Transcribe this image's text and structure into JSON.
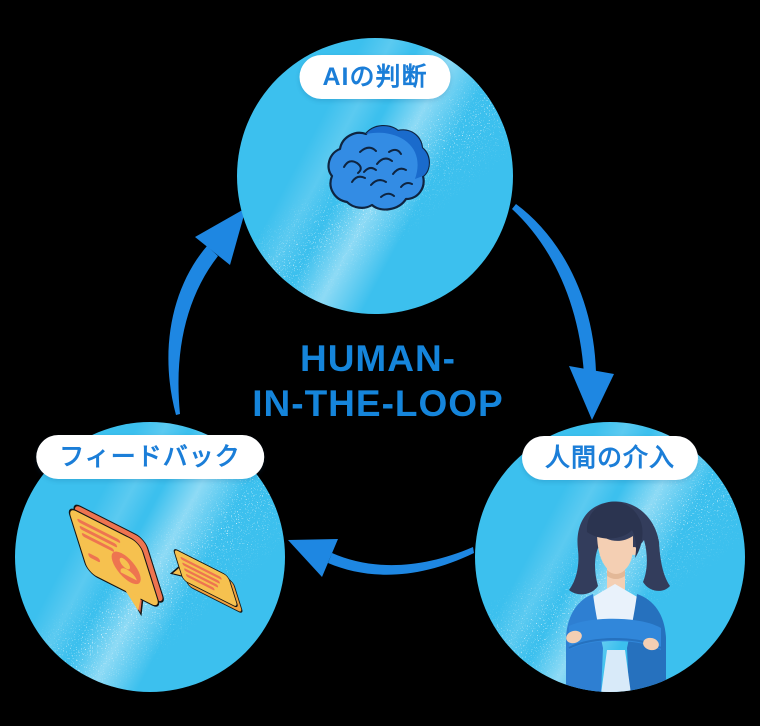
{
  "diagram": {
    "center_title": {
      "line1": "HUMAN-",
      "line2": "IN-THE-LOOP"
    },
    "nodes": [
      {
        "id": "ai-judgment",
        "label": "AIの判断",
        "icon": "brain-icon"
      },
      {
        "id": "human-intervention",
        "label": "人間の介入",
        "icon": "businesswoman-icon"
      },
      {
        "id": "feedback",
        "label": "フィードバック",
        "icon": "speech-bubbles-icon"
      }
    ],
    "arrows": [
      {
        "from": "ai-judgment",
        "to": "human-intervention"
      },
      {
        "from": "human-intervention",
        "to": "feedback"
      },
      {
        "from": "feedback",
        "to": "ai-judgment"
      }
    ],
    "colors": {
      "canvas_background": "#000000",
      "circle_fill": "#3CC0EE",
      "badge_background": "#FFFFFF",
      "badge_text": "#1B7ED8",
      "title_text": "#1585DB",
      "arrow": "#1E87E2",
      "bubble_yellow": "#F6C14F",
      "bubble_coral": "#EE7450",
      "bubble_back_yellow": "#EFA23D",
      "brain_blue": "#338CE4",
      "brain_dark_blue": "#1A6BCC",
      "brain_outline": "#0E2440",
      "hair_navy": "#333D5C",
      "hair_dark": "#2B3450",
      "skin": "#F4CFB3",
      "skin_shadow": "#E3B897",
      "jacket_blue": "#2E7FD2",
      "jacket_dark": "#2671BE",
      "jacket_arm": "#3187DA",
      "shirt_light": "#E9F2FB",
      "shirt_wedge": "#D8EAF9"
    }
  }
}
